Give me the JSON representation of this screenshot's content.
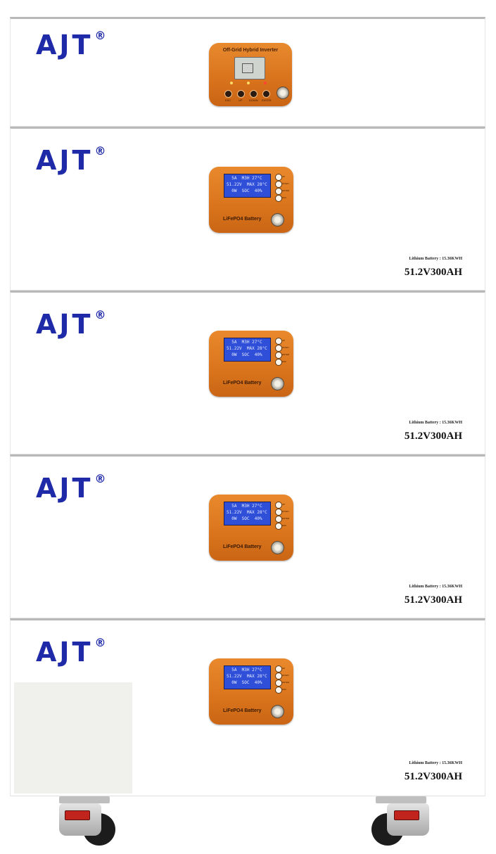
{
  "brand": {
    "name": "AJT",
    "mark": "®"
  },
  "inverter": {
    "title": "Off-Grid Hybrid Inverter",
    "buttons": [
      "ESC",
      "UP",
      "DOWN",
      "ENTER"
    ]
  },
  "battery_panel": {
    "lcd_lines": [
      "  5A  M3H 27°C",
      "51.22V  MAX 28°C",
      "  0W  SOC  40%"
    ],
    "buttons": [
      "UP",
      "DOWN",
      "ENTER",
      "ESC"
    ],
    "label": "LiFePO4 Battery"
  },
  "batteries": [
    {
      "spec_line": "Lithium Battery : 15.36KWH",
      "model": "51.2V300AH"
    },
    {
      "spec_line": "Lithium Battery : 15.36KWH",
      "model": "51.2V300AH"
    },
    {
      "spec_line": "Lithium Battery : 15.36KWH",
      "model": "51.2V300AH"
    },
    {
      "spec_line": "Lithium Battery : 15.36KWH",
      "model": "51.2V300AH"
    }
  ],
  "colors": {
    "brand": "#1e2aa8",
    "panel_orange": "#da741c",
    "lcd_blue": "#2f4fd8",
    "caster_brake": "#c0241c"
  }
}
